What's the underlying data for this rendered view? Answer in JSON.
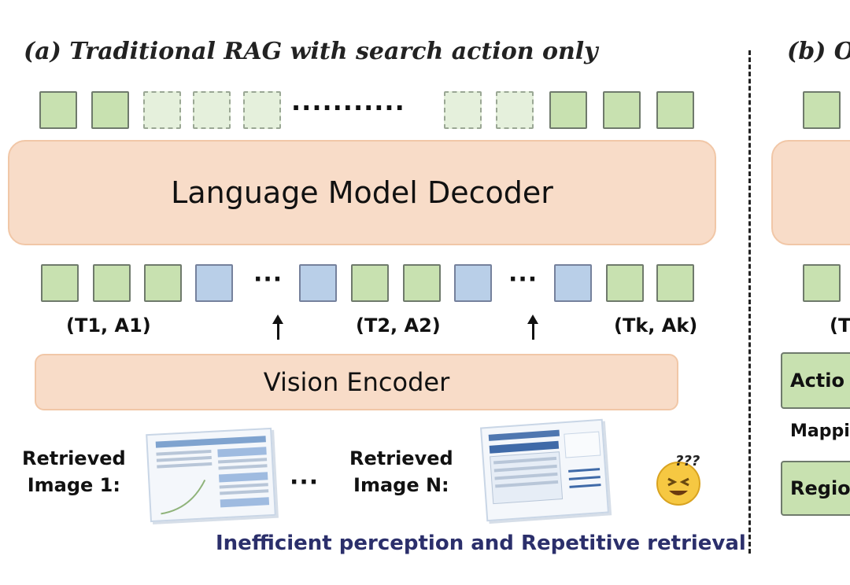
{
  "panel_a": {
    "title": "(a) Traditional RAG with search action only",
    "decoder_label": "Language Model Decoder",
    "encoder_label": "Vision Encoder",
    "token_labels": [
      "(T1, A1)",
      "(T2, A2)",
      "(Tk, Ak)"
    ],
    "retrieved": [
      {
        "line1": "Retrieved",
        "line2": "Image 1:"
      },
      {
        "line1": "Retrieved",
        "line2": "Image N:"
      }
    ],
    "ellipsis_top": "···········",
    "ellipsis_mid": "···",
    "ellipsis_bottom": "···",
    "caption": "Inefficient perception and Repetitive retrieval",
    "caption_color": "#2b2f6b",
    "confused_face": "😝",
    "question_marks": "???"
  },
  "panel_b": {
    "title": "(b) O",
    "token_label_partial": "(T",
    "action_partial": "Actio",
    "mapping_partial": "Mappi",
    "region_partial": "Regio"
  },
  "colors": {
    "token_green": "#c8e1b0",
    "token_blue": "#b9cfe8",
    "panel_peach": "#f8dcc8"
  }
}
